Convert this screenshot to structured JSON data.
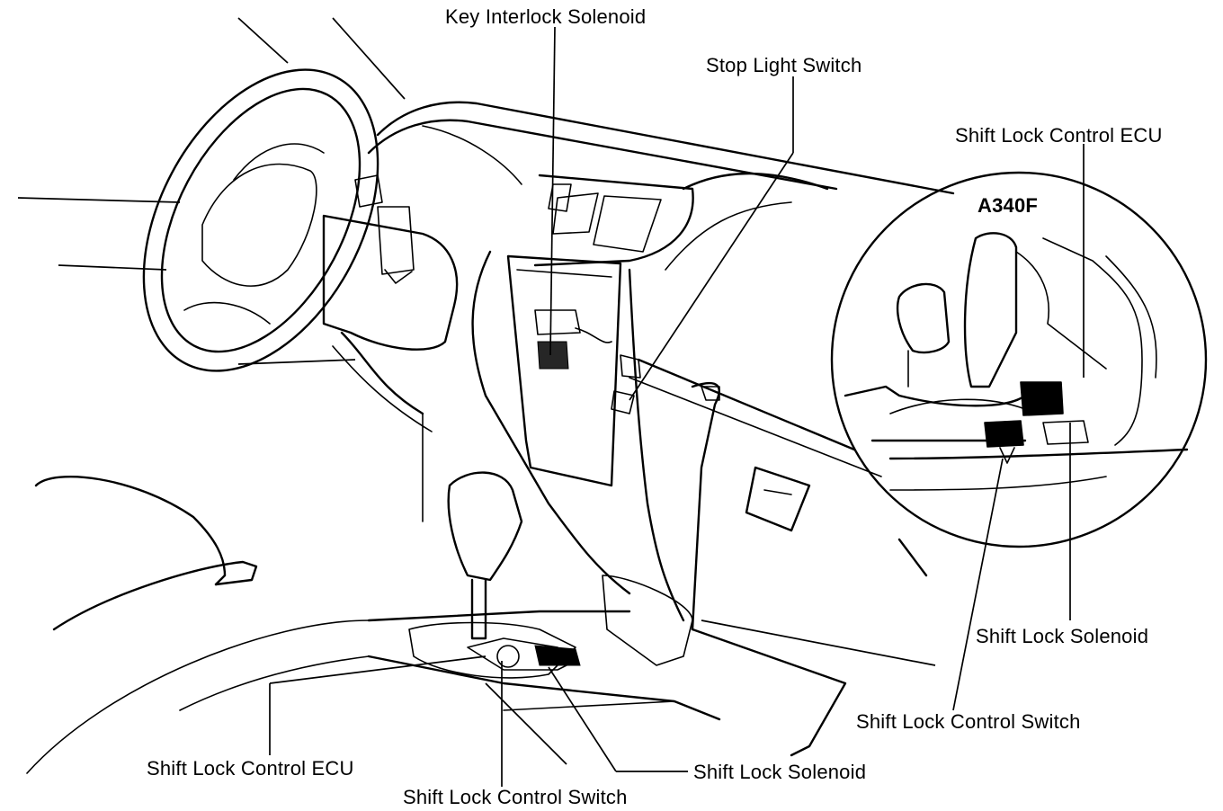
{
  "labels": {
    "key_interlock_solenoid": "Key Interlock Solenoid",
    "stop_light_switch": "Stop Light Switch",
    "shift_lock_control_ecu_inset": "Shift Lock Control ECU",
    "inset_model": "A340F",
    "shift_lock_solenoid_inset": "Shift Lock Solenoid",
    "shift_lock_control_switch_inset": "Shift Lock Control Switch",
    "shift_lock_control_ecu_main": "Shift Lock Control ECU",
    "shift_lock_solenoid_main": "Shift Lock Solenoid",
    "shift_lock_control_switch_main": "Shift Lock Control Switch"
  }
}
